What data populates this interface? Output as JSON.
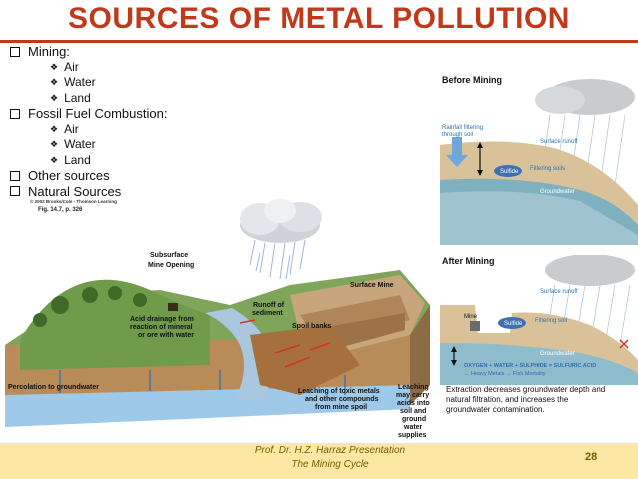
{
  "slide": {
    "title": "SOURCES OF METAL POLLUTION",
    "page_number": "28"
  },
  "bullets": [
    {
      "label": "Mining:",
      "sub": [
        "Air",
        "Water",
        "Land"
      ]
    },
    {
      "label": "Fossil Fuel Combustion:",
      "sub": [
        "Air",
        "Water",
        "Land"
      ]
    },
    {
      "label": "Other sources",
      "sub": []
    },
    {
      "label": "Natural Sources",
      "sub": []
    }
  ],
  "figure": {
    "copyright": "© 2002 Brooks/Cole - Thomson Learning",
    "caption": "Fig. 14.7, p. 326",
    "labels": {
      "subsurface": "Subsurface",
      "mine_opening": "Mine Opening",
      "surface_mine": "Surface Mine",
      "runoff1": "Runoff of",
      "runoff2": "sediment",
      "spoil": "Spoil banks",
      "acid1": "Acid drainage from",
      "acid2": "reaction of mineral",
      "acid3": "or ore with water",
      "perc": "Percolation to groundwater",
      "leach1": "Leaching of toxic metals",
      "leach2": "and other compounds",
      "leach3": "from mine spoil",
      "lw1": "Leaching",
      "lw2": "may carry",
      "lw3": "acids into",
      "lw4": "soil and",
      "lw5": "ground",
      "lw6": "water",
      "lw7": "supplies"
    }
  },
  "before_panel": {
    "title": "Before Mining",
    "rain1": "Rainfall filtering",
    "rain2": "through soil",
    "runoff": "Surface runoff",
    "filtering": "Filtering soils",
    "sulfide": "Sulfide",
    "groundwater": "Groundwater"
  },
  "after_panel": {
    "title": "After Mining",
    "runoff": "Surface runoff",
    "mine": "Mine",
    "filtering": "Filtering soil",
    "sulfide": "Sulfide",
    "groundwater": "Groundwater",
    "eq1": "OXYGEN + WATER + SULPHIDE = SULFURIC ACID",
    "eq2": "→ Heavy Metals → Fish Mortality"
  },
  "note": {
    "line1": "Extraction decreases groundwater depth and",
    "line2": "natural filtration, and increases the",
    "line3": "groundwater contamination."
  },
  "footer": {
    "line1": "Prof. Dr. H.Z. Harraz Presentation",
    "line2": "The Mining Cycle"
  },
  "colors": {
    "title": "#c0391b",
    "footer_bg": "#fbe9a3",
    "footer_text": "#7a5c00"
  }
}
